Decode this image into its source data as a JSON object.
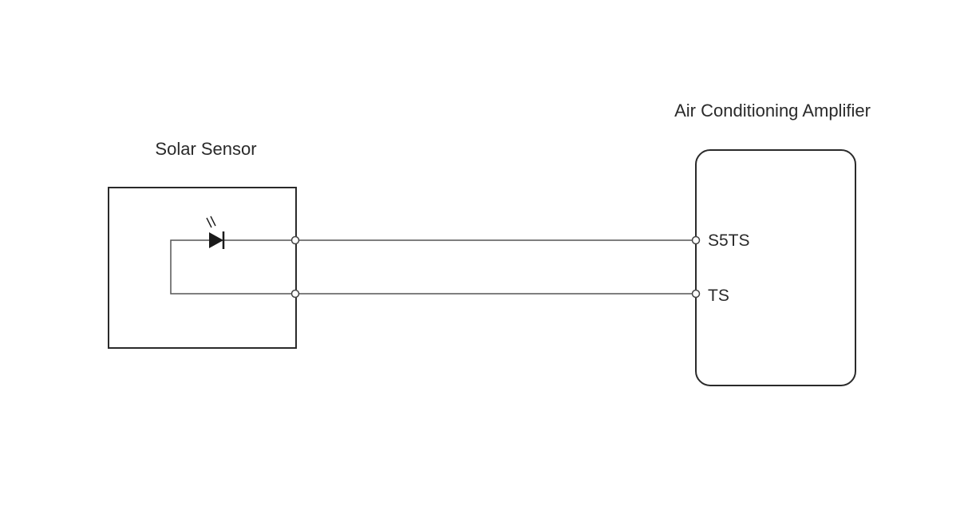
{
  "solar_sensor": {
    "label": "Solar Sensor"
  },
  "amplifier": {
    "label": "Air Conditioning Amplifier",
    "pins": [
      {
        "name": "S5TS"
      },
      {
        "name": "TS"
      }
    ]
  },
  "components": {
    "photodiode": {
      "icon": "photodiode-icon"
    }
  },
  "colors": {
    "line": "#2a2a2a",
    "wire": "#555555",
    "background": "#ffffff"
  }
}
